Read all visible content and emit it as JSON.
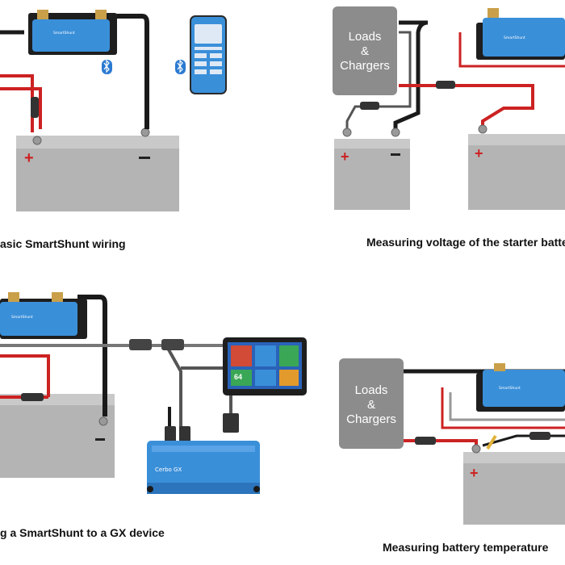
{
  "captions": {
    "top_left": "asic SmartShunt wiring",
    "top_right": "Measuring voltage of the starter battery",
    "bottom_left": "g a SmartShunt to a GX device",
    "bottom_right": "Measuring battery temperature"
  },
  "loads_box": {
    "line1": "Loads",
    "line2": "&",
    "line3": "Chargers"
  },
  "device": {
    "shunt_label": "SmartShunt",
    "gx_label": "Cerbo GX"
  },
  "touch_screen": {
    "tile_value": "64"
  },
  "polarity": {
    "plus": "+",
    "minus": "−"
  },
  "colors": {
    "positive_cable": "#cc2222",
    "negative_cable": "#1a1a1a",
    "data_cable": "#555555",
    "victron_blue": "#3a8fd9",
    "battery_grey": "#b4b4b4",
    "loads_box": "#8c8c8c"
  }
}
